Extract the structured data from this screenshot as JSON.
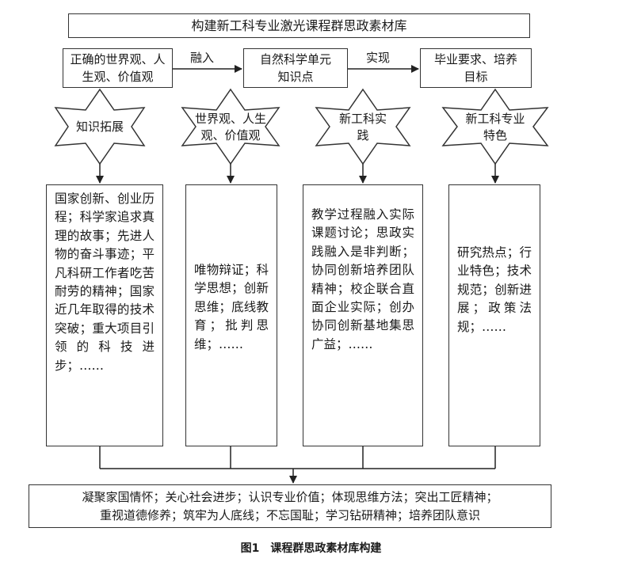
{
  "title": "构建新工科专业激光课程群思政素材库",
  "flow": {
    "box1": "正确的世界观、人生观、价值观",
    "arrow1_label": "融入",
    "box2": "自然科学单元知识点",
    "arrow2_label": "实现",
    "box3": "毕业要求、培养目标"
  },
  "stars": [
    {
      "label": "知识拓展"
    },
    {
      "label": "世界观、人生观、价值观"
    },
    {
      "label": "新工科实践"
    },
    {
      "label": "新工科专业特色"
    }
  ],
  "columns": [
    {
      "text": "国家创新、创业历程；科学家追求真理的故事；先进人物的奋斗事迹；平凡科研工作者吃苦耐劳的精神；国家近几年取得的技术突破；重大项目引领的科技进步；……"
    },
    {
      "text": "唯物辩证；科学思想；创新思维；底线教育；批判思维；……"
    },
    {
      "text": "教学过程融入实际课题讨论；思政实践融入是非判断；协同创新培养团队精神；校企联合直面企业实际；创办协同创新基地集思广益；……"
    },
    {
      "text": "研究热点；行业特色；技术规范；创新进展；政策法规；……"
    }
  ],
  "bottom_line1": "凝聚家国情怀；关心社会进步；认识专业价值；体现思维方法；突出工匠精神；",
  "bottom_line2": "重视道德修养；筑牢为人底线；不忘国耻；学习钻研精神；培养团队意识",
  "caption": "图1　课程群思政素材库构建"
}
